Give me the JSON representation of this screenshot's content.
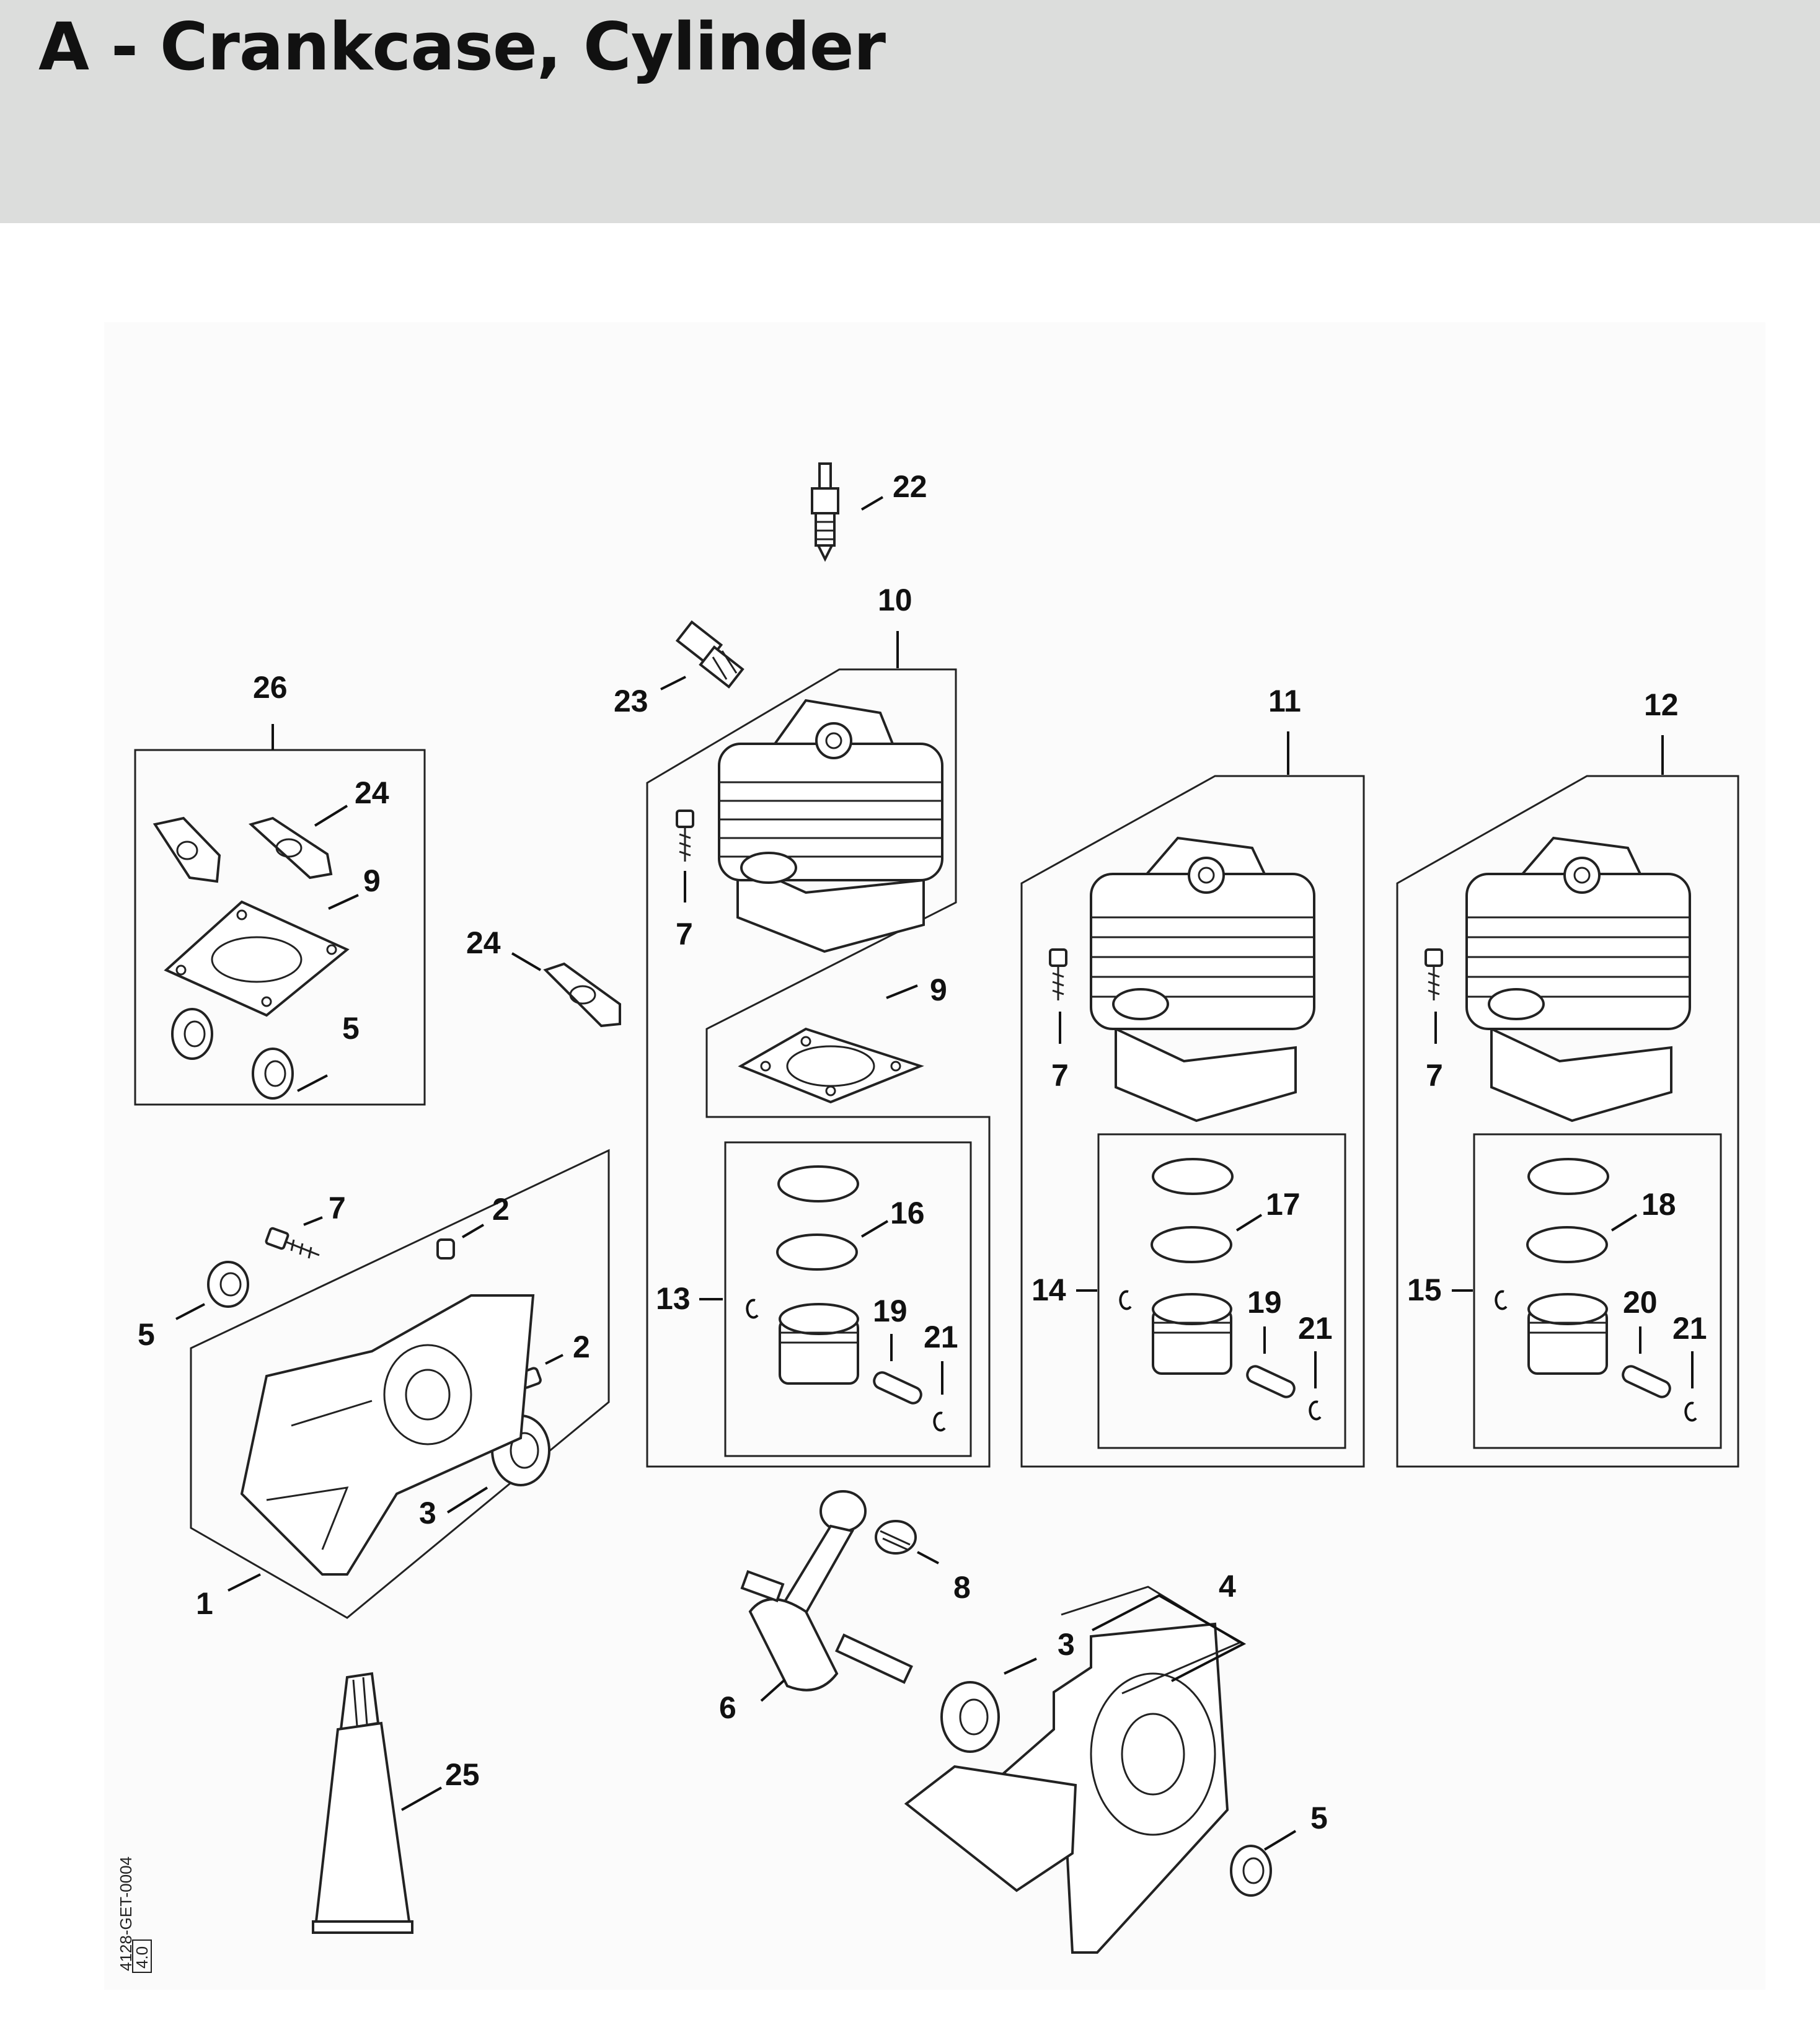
{
  "header": {
    "title": "A - Crankcase, Cylinder"
  },
  "diagram": {
    "drawing_code": "4128-GET-0004",
    "revision": "4.0",
    "labels": {
      "n1": "1",
      "n2a": "2",
      "n2b": "2",
      "n3a": "3",
      "n3b": "3",
      "n4": "4",
      "n5a": "5",
      "n5b": "5",
      "n5c": "5",
      "n6": "6",
      "n7a": "7",
      "n7b": "7",
      "n7c": "7",
      "n7d": "7",
      "n8": "8",
      "n9a": "9",
      "n9b": "9",
      "n10": "10",
      "n11": "11",
      "n12": "12",
      "n13": "13",
      "n14": "14",
      "n15": "15",
      "n16": "16",
      "n17": "17",
      "n18": "18",
      "n19a": "19",
      "n19b": "19",
      "n20": "20",
      "n21a": "21",
      "n21b": "21",
      "n21c": "21",
      "n22": "22",
      "n23": "23",
      "n24a": "24",
      "n24b": "24",
      "n25": "25",
      "n26": "26"
    }
  }
}
